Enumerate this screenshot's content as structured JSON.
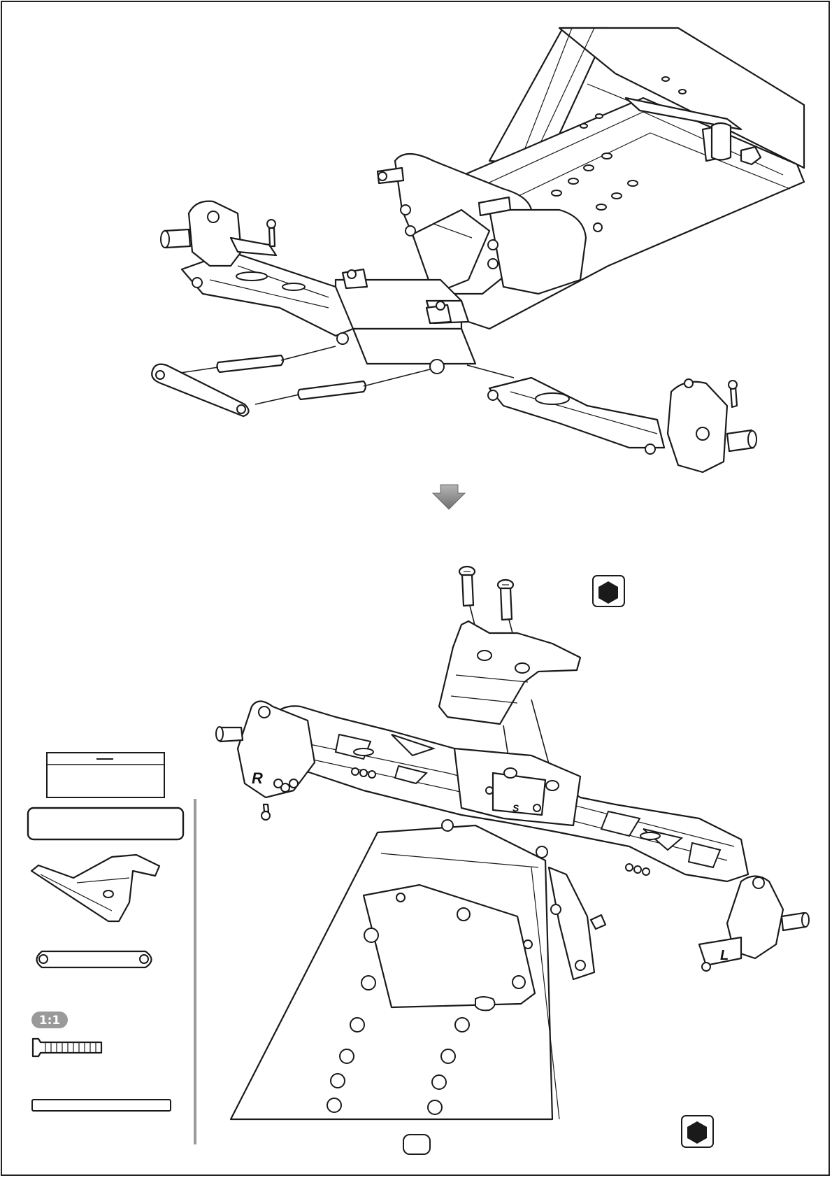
{
  "labels": {
    "right_side": "R",
    "left_side": "L",
    "skid_mark": "S",
    "scale": "1:1"
  },
  "parts_box": {
    "header": "",
    "body": "",
    "qty": ""
  },
  "page_number": "",
  "icons": {
    "hex_tool_top": "hex-wrench-icon",
    "hex_tool_bottom": "hex-wrench-icon",
    "step_arrow": "arrow-down-icon"
  },
  "colors": {
    "line": "#1a1a1a",
    "arrow": "#8a8a8a",
    "divider": "#9a9a9a",
    "badge": "#9a9a9a"
  }
}
